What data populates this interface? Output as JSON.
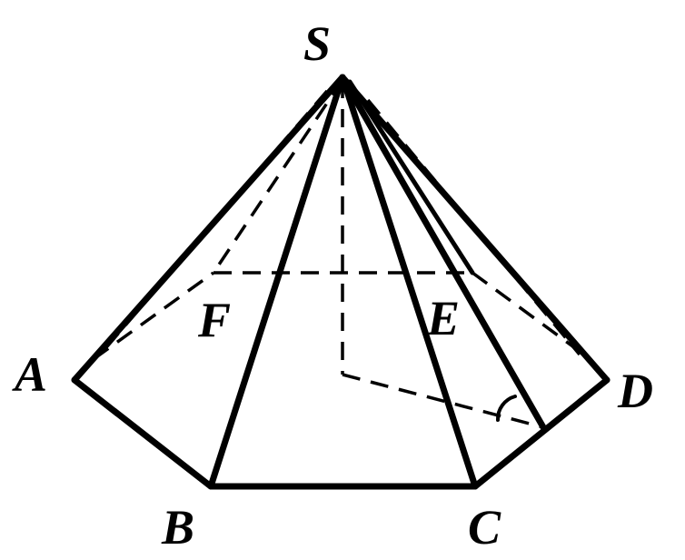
{
  "diagram": {
    "title": "",
    "labels": {
      "apex": "S",
      "vertex_a": "A",
      "vertex_b": "B",
      "vertex_c": "C",
      "vertex_d": "D",
      "vertex_e": "E",
      "vertex_f": "F"
    },
    "colors": {
      "stroke": "#000000",
      "background": "#ffffff"
    }
  }
}
